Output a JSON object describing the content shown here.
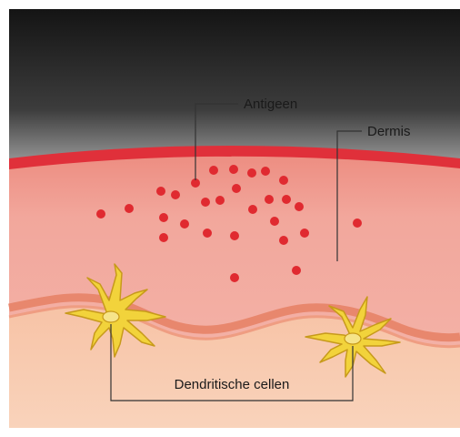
{
  "labels": {
    "antigen": "Antigeen",
    "dermis": "Dermis",
    "dendritic_cells": "Dendritische cellen"
  },
  "colors": {
    "epidermis_red": "#e0303a",
    "dermis_pink": "#f2aaa0",
    "lower_layer": "#f7c9ad",
    "dot_red": "#e02a30",
    "cell_yellow": "#f2d33b",
    "cell_outline": "#c79a1b",
    "sky_dark": "#161616"
  }
}
